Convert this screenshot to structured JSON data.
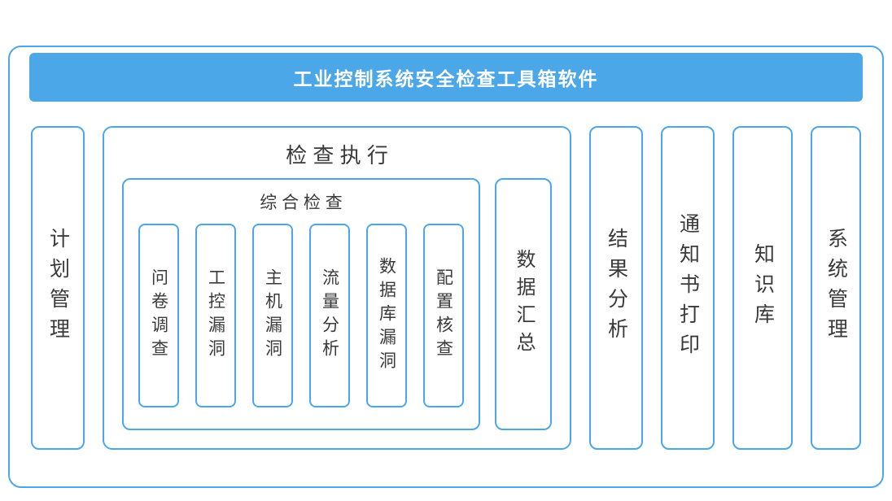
{
  "colors": {
    "accent": "#4BA7E8",
    "text": "#3A3A3A"
  },
  "title_bar": {
    "title": "工业控制系统安全检查工具箱软件"
  },
  "nodes": {
    "plan_management": "计划管理",
    "inspection_execution": {
      "title": "检 查 执 行",
      "comprehensive_check": {
        "title": "综 合 检 查",
        "items": [
          "问卷调查",
          "工控漏洞",
          "主机漏洞",
          "流量分析",
          "数据库漏洞",
          "配置核查"
        ]
      },
      "data_summary": "数据汇总"
    },
    "result_analysis": "结果分析",
    "notification_printing": "通知书打印",
    "knowledge_base": "知识库",
    "system_management": "系统管理"
  }
}
